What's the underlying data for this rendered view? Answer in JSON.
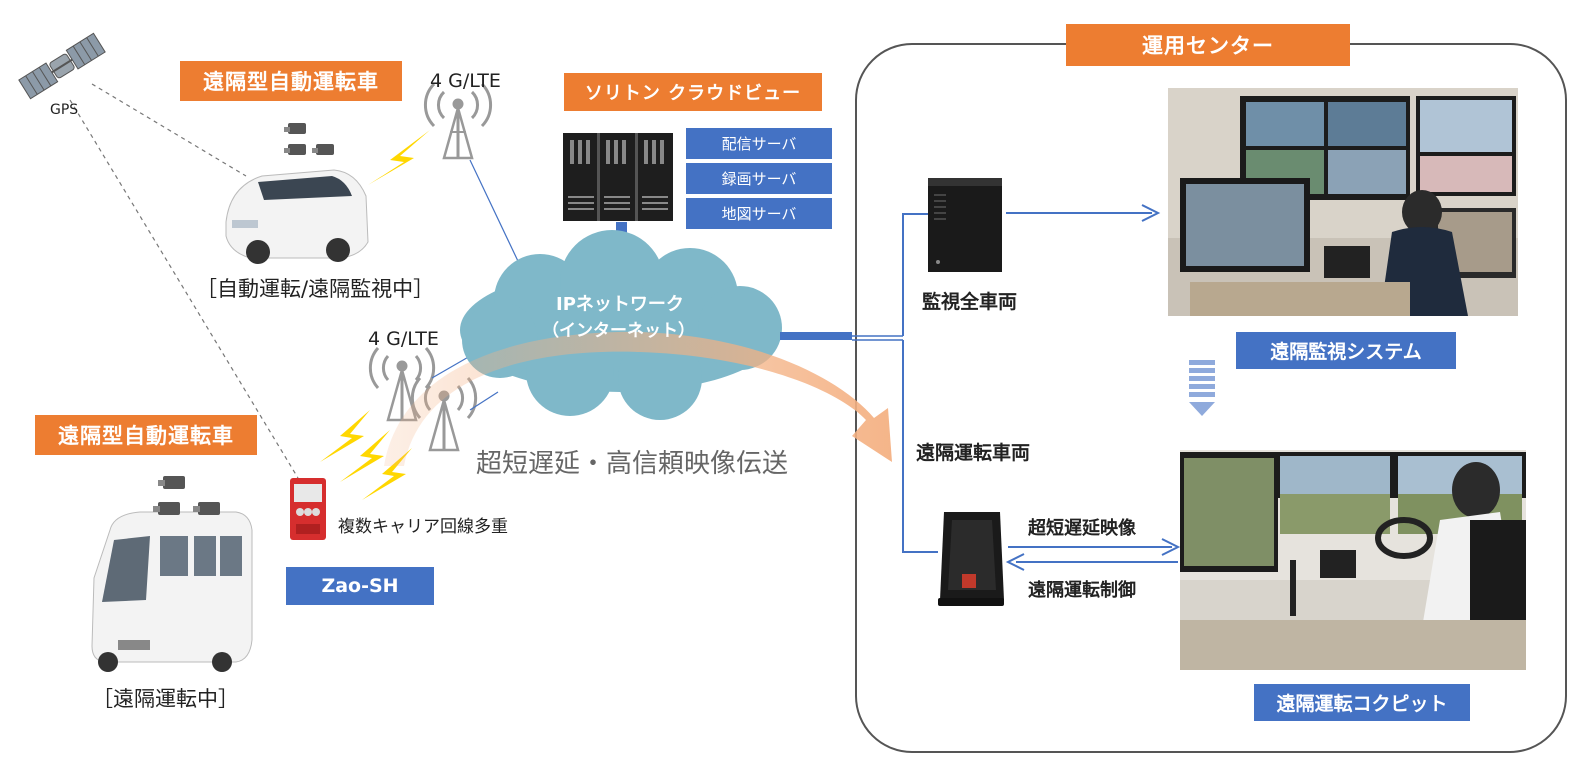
{
  "gps": {
    "label": "GPS"
  },
  "vehicle_top": {
    "title": "遠隔型自動運転車",
    "status": "［自動運転/遠隔監視中］",
    "antenna_label": "4 G/LTE"
  },
  "vehicle_bottom": {
    "title": "遠隔型自動運転車",
    "status": "［遠隔運転中］",
    "antenna_label": "4 G/LTE"
  },
  "device": {
    "caption": "複数キャリア回線多重",
    "name": "Zao-SH"
  },
  "cloud_view": {
    "title": "ソリトン クラウドビュー",
    "servers": [
      "配信サーバ",
      "録画サーバ",
      "地図サーバ"
    ]
  },
  "network": {
    "line1": "IPネットワーク",
    "line2": "（インターネット）"
  },
  "transmission": {
    "label": "超短遅延・高信頼映像伝送"
  },
  "ops_center": {
    "title": "運用センター",
    "monitor_pc_label": "監視全車両",
    "monitor_system_label": "遠隔監視システム",
    "remote_vehicle_label": "遠隔運転車両",
    "video_label": "超短遅延映像",
    "control_label": "遠隔運転制御",
    "cockpit_label": "遠隔運転コクピット"
  },
  "colors": {
    "orange": "#ED7D31",
    "blue": "#4472C4",
    "cloud": "#7FB8C9",
    "line": "#4472C4"
  }
}
